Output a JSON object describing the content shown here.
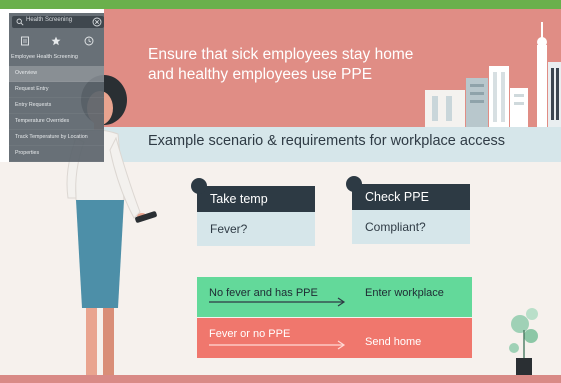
{
  "colors": {
    "top_bar": "#6ab04c",
    "hero_bg": "#e08d85",
    "band_bg": "#d6e6ea",
    "card_header": "#2d3a44",
    "allow_row": "#63d99a",
    "deny_row": "#f0776d",
    "sidebar_bg": "#5c656d"
  },
  "sidebar": {
    "search_value": "Health Screening",
    "search_icon": "search-icon",
    "clear_icon": "clear-circle-icon",
    "tool_icons": [
      "document-icon",
      "star-icon",
      "clock-icon"
    ],
    "app_title": "Employee Health Screening",
    "items": [
      {
        "label": "Overview",
        "active": true
      },
      {
        "label": "Request Entry",
        "active": false
      },
      {
        "label": "Entry Requests",
        "active": false
      },
      {
        "label": "Temperature Overrides",
        "active": false
      },
      {
        "label": "Track Temperature by Location",
        "active": false
      },
      {
        "label": "Properties",
        "active": false
      }
    ]
  },
  "hero": {
    "title_line1": "Ensure that sick employees stay home",
    "title_line2": "and healthy employees use PPE"
  },
  "band": {
    "title": "Example scenario & requirements for workplace access"
  },
  "cards": [
    {
      "heading": "Take temp",
      "question": "Fever?"
    },
    {
      "heading": "Check PPE",
      "question": "Compliant?"
    }
  ],
  "outcomes": {
    "allow": {
      "condition": "No fever and has PPE",
      "result": "Enter workplace"
    },
    "deny": {
      "condition": "Fever or no PPE",
      "result": "Send home"
    }
  }
}
